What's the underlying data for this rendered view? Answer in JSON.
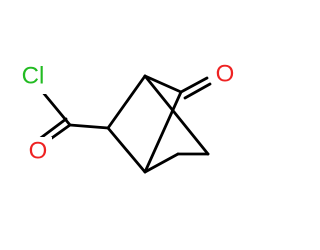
{
  "molecule": {
    "atoms": {
      "chlorine": {
        "label": "Cl",
        "color": "#22bb22"
      },
      "carbonyl_oxygen": {
        "label": "O",
        "color": "#ee2222"
      },
      "ketone_oxygen": {
        "label": "O",
        "color": "#ee2222"
      }
    }
  }
}
